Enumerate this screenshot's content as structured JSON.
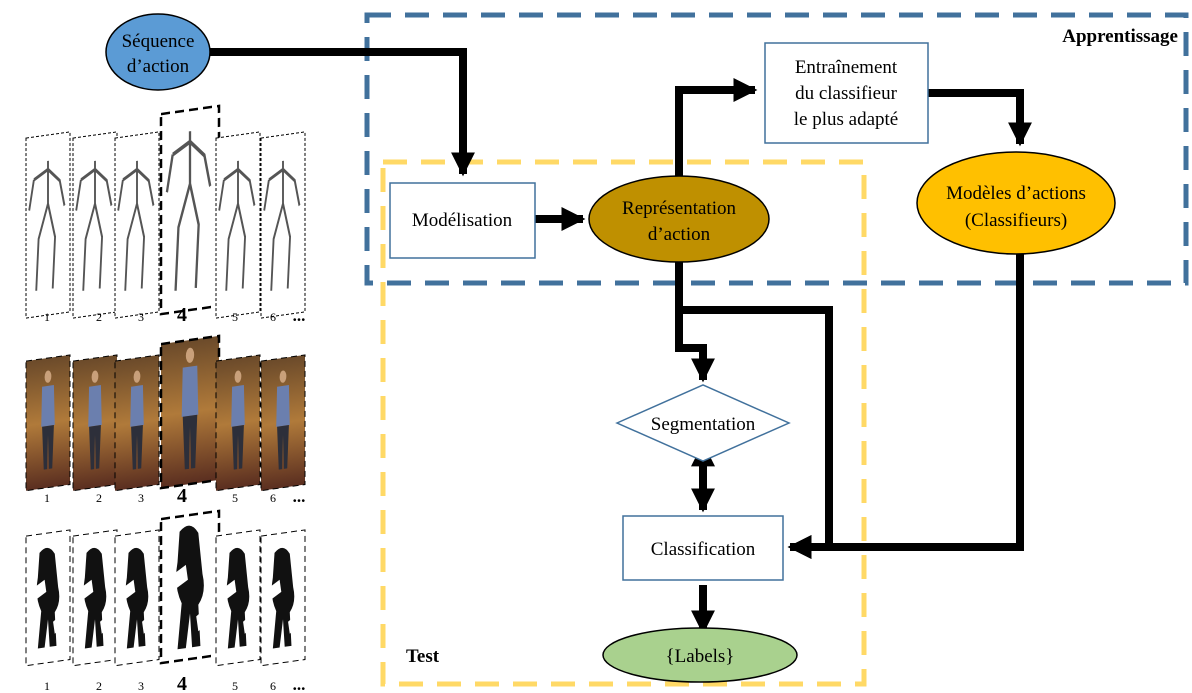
{
  "regions": {
    "training_label": "Apprentissage",
    "test_label": "Test"
  },
  "nodes": {
    "action_sequence": {
      "line1": "Séquence",
      "line2": "d’action"
    },
    "modeling": "Modélisation",
    "representation": {
      "line1": "Représentation",
      "line2": "d’action"
    },
    "training": {
      "line1": "Entraînement",
      "line2": "du classifieur",
      "line3": "le plus adapté"
    },
    "models": {
      "line1": "Modèles d’actions",
      "line2": "(Classifieurs)"
    },
    "segmentation": "Segmentation",
    "classification": "Classification",
    "labels": "{Labels}"
  },
  "frame_strips": [
    {
      "type": "skeleton",
      "labels": [
        "1",
        "2",
        "3",
        "4",
        "5",
        "6",
        "..."
      ]
    },
    {
      "type": "rgb",
      "labels": [
        "1",
        "2",
        "3",
        "4",
        "5",
        "6",
        "..."
      ]
    },
    {
      "type": "depth",
      "labels": [
        "1",
        "2",
        "3",
        "4",
        "5",
        "6",
        "..."
      ]
    }
  ],
  "colors": {
    "training_border": "#41719c",
    "test_border": "#ffd966",
    "sequence_fill": "#5b9bd5",
    "representation_fill": "#bf9000",
    "models_fill": "#ffc000",
    "labels_fill": "#a9d18e",
    "box_border": "#41719c",
    "arrow": "#000000"
  }
}
